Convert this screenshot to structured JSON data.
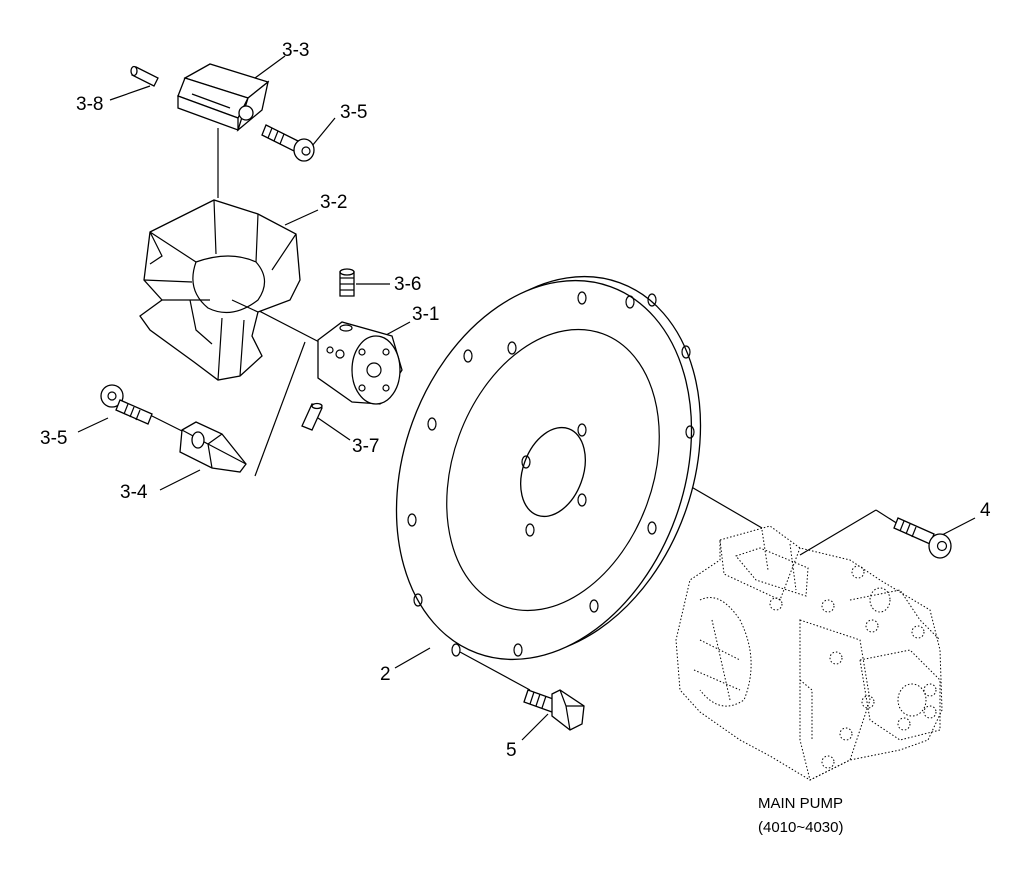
{
  "callouts": {
    "c3_3": "3-3",
    "c3_8": "3-8",
    "c3_5_top": "3-5",
    "c3_2": "3-2",
    "c3_6": "3-6",
    "c3_1": "3-1",
    "c3_5_left": "3-5",
    "c3_7": "3-7",
    "c3_4": "3-4",
    "c4": "4",
    "c2": "2",
    "c5": "5"
  },
  "caption": {
    "line1": "MAIN PUMP",
    "line2": "(4010~4030)"
  }
}
